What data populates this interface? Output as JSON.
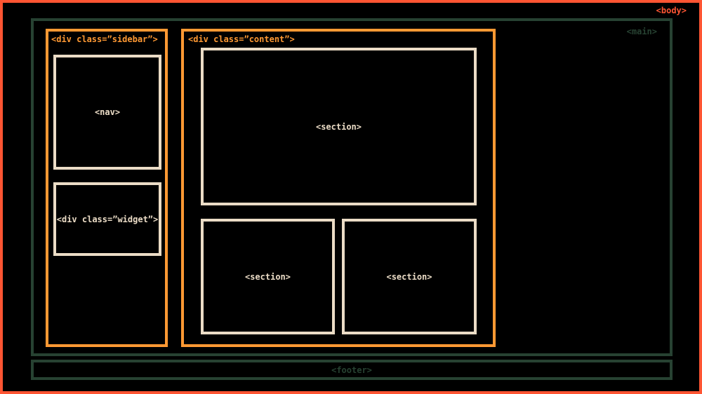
{
  "labels": {
    "body": "<body>",
    "main": "<main>",
    "footer": "<footer>",
    "sidebar": "<div class=”sidebar”>",
    "content": "<div class=”content”>",
    "nav": "<nav>",
    "widget": "<div class=”widget”>",
    "sections": [
      "<section>",
      "<section>",
      "<section>"
    ]
  },
  "colors": {
    "body": "#ff5533",
    "main_footer": "#274232",
    "sidebar_content": "#ff9933",
    "inner": "#ebdcc6",
    "background": "#000000"
  }
}
